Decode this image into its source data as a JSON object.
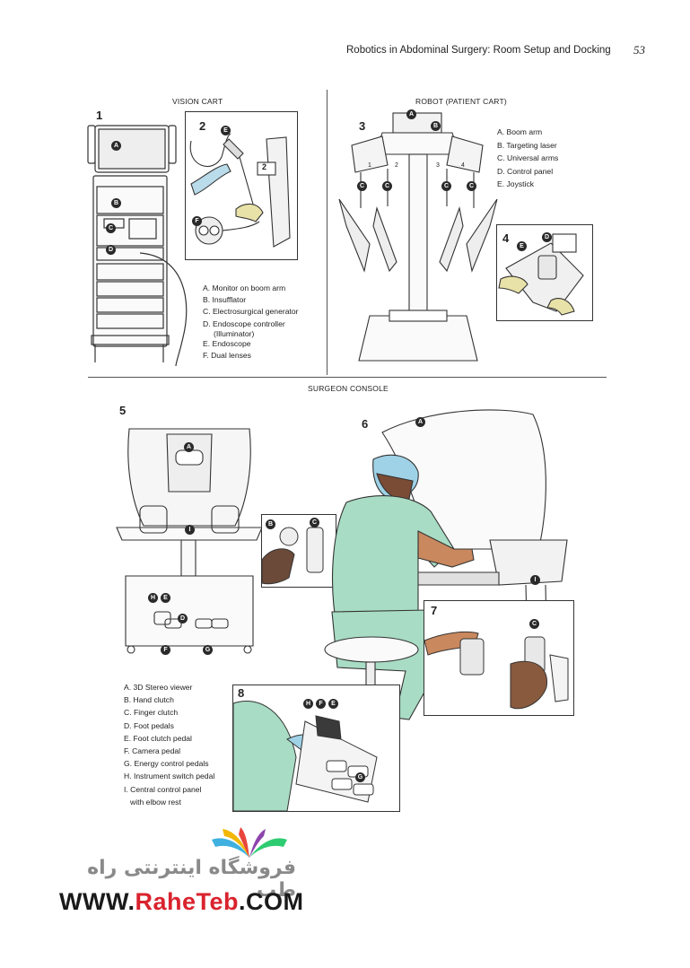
{
  "header": {
    "running_title": "Robotics in Abdominal Surgery: Room Setup and Docking",
    "page_number": "53"
  },
  "sections": {
    "vision_cart": "VISION CART",
    "patient_cart": "ROBOT (PATIENT CART)",
    "surgeon_console": "SURGEON CONSOLE"
  },
  "figure_numbers": [
    "1",
    "2",
    "3",
    "4",
    "5",
    "6",
    "7",
    "8"
  ],
  "callouts": {
    "fig1": [
      "A",
      "B",
      "C",
      "D"
    ],
    "fig2": [
      "E",
      "F"
    ],
    "fig3": [
      "A",
      "B",
      "C",
      "C",
      "C",
      "C"
    ],
    "fig4": [
      "D",
      "E"
    ],
    "fig5": [
      "A",
      "I",
      "H",
      "E",
      "D",
      "F",
      "G"
    ],
    "fig5_inset": [
      "B",
      "C"
    ],
    "fig6": [
      "A",
      "I"
    ],
    "fig7": [
      "C"
    ],
    "fig8": [
      "H",
      "F",
      "E",
      "G"
    ],
    "arm_numbers": [
      "1",
      "2",
      "3",
      "4"
    ],
    "small_labels": [
      "2"
    ]
  },
  "legend_vision_cart": [
    "A. Monitor on boom arm",
    "B. Insufflator",
    "C. Electrosurgical generator",
    "D. Endoscope controller",
    "(Illuminator)",
    "E. Endoscope",
    "F. Dual lenses"
  ],
  "legend_patient_cart": [
    "A. Boom arm",
    "B. Targeting laser",
    "C. Universal arms",
    "D. Control panel",
    "E. Joystick"
  ],
  "legend_console": [
    "A. 3D Stereo viewer",
    "B. Hand clutch",
    "C. Finger clutch",
    "D. Foot pedals",
    "E. Foot clutch pedal",
    "F. Camera pedal",
    "G. Energy control pedals",
    "H. Instrument switch pedal",
    "I. Central control panel",
    "with elbow rest"
  ],
  "watermark": {
    "persian_text": "فروشگاه اینترنتی راه طب",
    "url_prefix": "WWW.",
    "url_accent": "RaheTeb",
    "url_suffix": ".COM"
  },
  "colors": {
    "scrubs": "#a8dcc4",
    "cap": "#9fd2e6",
    "skin": "#c9885e",
    "glove": "#e9e2a8",
    "line_art": "#333333",
    "watermark_red": "#d9232d"
  }
}
